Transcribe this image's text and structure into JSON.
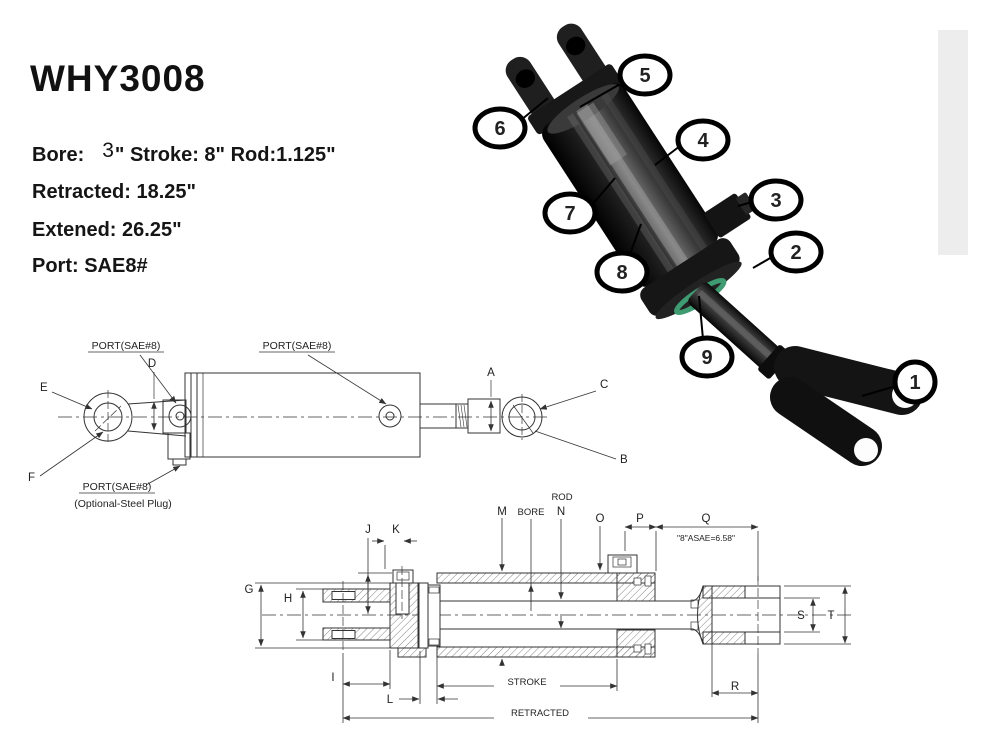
{
  "page": {
    "background": "#ffffff"
  },
  "header": {
    "model": "WHY3008",
    "spec_bore_label": "Bore:",
    "spec_bore_value": "3",
    "spec_bore_rest": "\" Stroke: 8\" Rod:1.125\"",
    "spec_retracted": "Retracted: 18.25\"",
    "spec_extended": "Extened: 26.25\"",
    "spec_port": "Port: SAE8#"
  },
  "photo": {
    "callouts": [
      "1",
      "2",
      "3",
      "4",
      "5",
      "6",
      "7",
      "8",
      "9"
    ],
    "seal_color": "#3f9c72"
  },
  "side_view": {
    "port_label": "PORT(SAE#8)",
    "plug_note": "(Optional-Steel Plug)",
    "dims": {
      "a": "A",
      "b": "B",
      "c": "C",
      "d": "D",
      "e": "E",
      "f": "F"
    }
  },
  "section_view": {
    "labels": {
      "g": "G",
      "h": "H",
      "i": "I",
      "j": "J",
      "k": "K",
      "l": "L",
      "m": "M",
      "n": "N",
      "o": "O",
      "p": "P",
      "q": "Q",
      "r": "R",
      "s": "S",
      "t": "T"
    },
    "bore_label": "BORE",
    "rod_label": "ROD",
    "stroke_label": "STROKE",
    "retracted_label": "RETRACTED",
    "asae_note": "\"8\"ASAE=6.58\""
  }
}
